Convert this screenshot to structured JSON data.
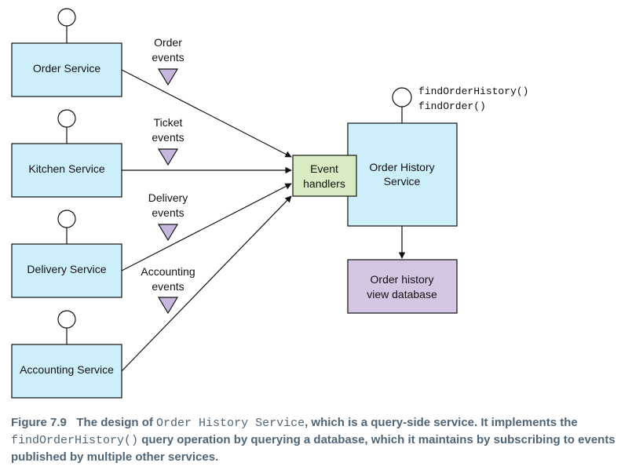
{
  "services": [
    {
      "label": "Order Service"
    },
    {
      "label": "Kitchen Service"
    },
    {
      "label": "Delivery Service"
    },
    {
      "label": "Accounting Service"
    }
  ],
  "events": [
    {
      "line1": "Order",
      "line2": "events"
    },
    {
      "line1": "Ticket",
      "line2": "events"
    },
    {
      "line1": "Delivery",
      "line2": "events"
    },
    {
      "line1": "Accounting",
      "line2": "events"
    }
  ],
  "event_handlers": {
    "line1": "Event",
    "line2": "handlers"
  },
  "order_history_service": {
    "line1": "Order History",
    "line2": "Service"
  },
  "database": {
    "line1": "Order history",
    "line2": "view database"
  },
  "api_operations": [
    "findOrderHistory()",
    "findOrder()"
  ],
  "colors": {
    "service_fill": "#cdeefb",
    "handler_fill": "#d9ecc1",
    "database_fill": "#d5c6e4",
    "triangle_fill": "#c7b7df",
    "caption_color": "#4f6577"
  },
  "caption": {
    "figure": "Figure 7.9",
    "part1": "The design of ",
    "code1": "Order History Service",
    "part2": ", which is a query-side service. It implements the ",
    "code2": "findOrderHistory()",
    "part3": " query operation by querying a database, which it maintains by subscribing to events published by multiple other services."
  }
}
